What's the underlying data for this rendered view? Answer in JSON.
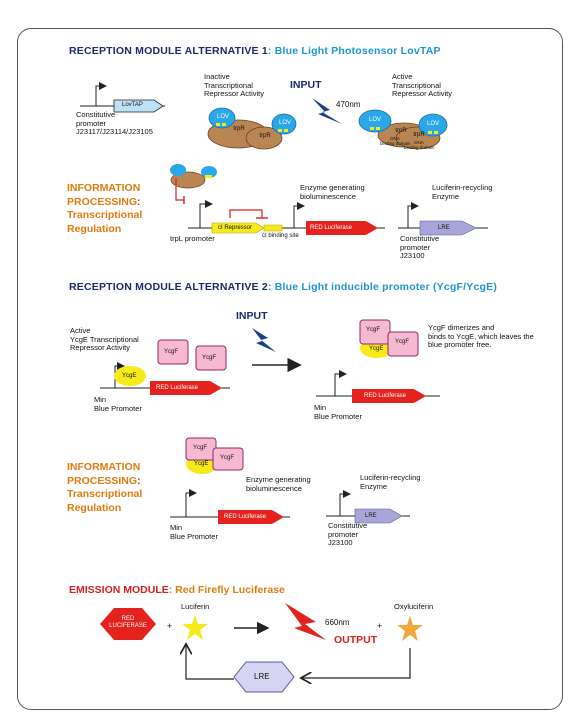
{
  "reception1": {
    "title_prefix": "RECEPTION MODULE ALTERNATIVE 1",
    "title_suffix": ": Blue Light Photosensor LovTAP",
    "lovtap_label": "LovTAP",
    "constitutive_label": "Constitutive\npromoter\nJ23117/J23114/J23105",
    "inactive_label": "Inactive\nTranscriptional\nRepressor Activity",
    "input_label": "INPUT",
    "wavelength": "470nm",
    "active_label": "Active\nTranscriptional\nRepressor Activity",
    "lov": "LOV",
    "trpr": "trpR",
    "dna_binding": "DNA\nbinding domain"
  },
  "processing1": {
    "title": "INFORMATION\nPROCESSING",
    "subtitle": "Transcriptional\nRegulation",
    "colon": ":",
    "trpl_promoter": "trpL promoter",
    "ci_repressor": "cI Repressor",
    "ci_binding": "cI binding site",
    "enzyme_label": "Enzyme generating\nbioluminescence",
    "red_luciferase": "RED Luciferase",
    "luciferin_recycling": "Luciferin-recycling\nEnzyme",
    "lre": "LRE",
    "constitutive_j23100": "Constitutive\npromoter\nJ23100"
  },
  "reception2": {
    "title_prefix": "RECEPTION MODULE ALTERNATIVE 2",
    "title_suffix": ": Blue Light inducible promoter (YcgF/YcgE)",
    "active_label": "Active\nYcgE Transcriptional\nRepressor Activity",
    "input_label": "INPUT",
    "ycgf": "YcgF",
    "ycge": "YcgE",
    "red_luciferase": "RED Luciferase",
    "min_blue_promoter": "Min\nBlue Promoter",
    "dimer_note": "YcgF dimerizes and\nbinds to YcgE, which leaves the\nblue promoter free."
  },
  "processing2": {
    "title": "INFORMATION\nPROCESSING",
    "subtitle": "Transcriptional\nRegulation",
    "colon": ":",
    "ycgf": "YcgF",
    "ycge": "YcgE",
    "enzyme_label": "Enzyme generating\nbioluminescence",
    "red_luciferase": "RED Luciferase",
    "min_blue_promoter": "Min\nBlue Promoter",
    "luciferin_recycling": "Luciferin-recycling\nEnzyme",
    "lre": "LRE",
    "constitutive_j23100": "Constitutive\npromoter\nJ23100"
  },
  "emission": {
    "title_prefix": "EMISSION MODULE",
    "title_suffix": ": Red Firefly Luciferase",
    "red_luciferase": "RED\nLUCIFERASE",
    "plus": "+",
    "luciferin": "Luciferin",
    "wavelength": "660nm",
    "output_label": "OUTPUT",
    "oxyluciferin": "Oxyluciferin",
    "lre": "LRE"
  },
  "colors": {
    "navy": "#1a2b6d",
    "cyan": "#1e95d6",
    "orange": "#e07b10",
    "red": "#e02020",
    "lov_blue": "#2aa7e6",
    "trpr_brown": "#b98552",
    "ycgf_pink": "#f6b9cf",
    "ycge_yellow": "#f6ea1a",
    "lre_purple": "#a8a6d8"
  }
}
